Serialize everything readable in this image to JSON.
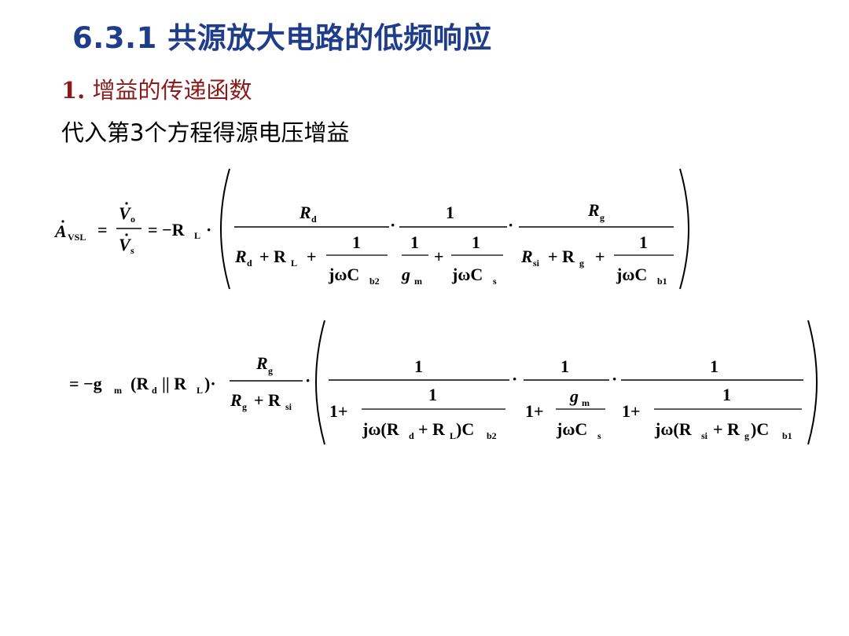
{
  "slide": {
    "title": "6.3.1 共源放大电路的低频响应",
    "section_number": "1.",
    "section_title": "增益的传递函数",
    "body_text": "代入第3个方程得源电压增益"
  },
  "equations": {
    "eq1": {
      "lhs_symbol": "A",
      "lhs_sub": "VSL",
      "vo": "V",
      "vo_sub": "o",
      "vs": "V",
      "vs_sub": "s",
      "minus_R": "= −R",
      "RL_sub": "L",
      "f1_num": "R",
      "f1_num_sub": "d",
      "f1_den_a": "R",
      "f1_den_a_sub": "d",
      "f1_den_b": "+ R",
      "f1_den_b_sub": "L",
      "plus": "+",
      "one": "1",
      "jwC": "jωC",
      "Cb2_sub": "b2",
      "gm": "g",
      "gm_sub": "m",
      "Cs_sub": "s",
      "Rsi": "R",
      "Rsi_sub": "si",
      "Rg_plus": "+ R",
      "Rg_sub": "g",
      "Cb1_sub": "b1"
    },
    "eq2": {
      "lead": "= −g",
      "lead_sub": "m",
      "paren_Rd": "(R",
      "Rd_sub": "d",
      "parallel": "|| R",
      "RL_sub": "L",
      "close": ")·",
      "Rg": "R",
      "Rg_sub": "g",
      "den_Rg": "R",
      "den_plus_Rsi": "+ R",
      "Rsi_sub": "si",
      "one": "1",
      "one_plus": "1+",
      "jw_open_Rd": "jω(R",
      "plus_RL": "+ R",
      "close_Cb2": ")C",
      "Cb2_sub": "b2",
      "gm": "g",
      "gm_sub": "m",
      "jwCs": "jωC",
      "Cs_sub": "s",
      "jw_open_Rsi": "jω(R",
      "plus_Rg": "+ R",
      "close_Cb1": ")C",
      "Cb1_sub": "b1"
    }
  }
}
